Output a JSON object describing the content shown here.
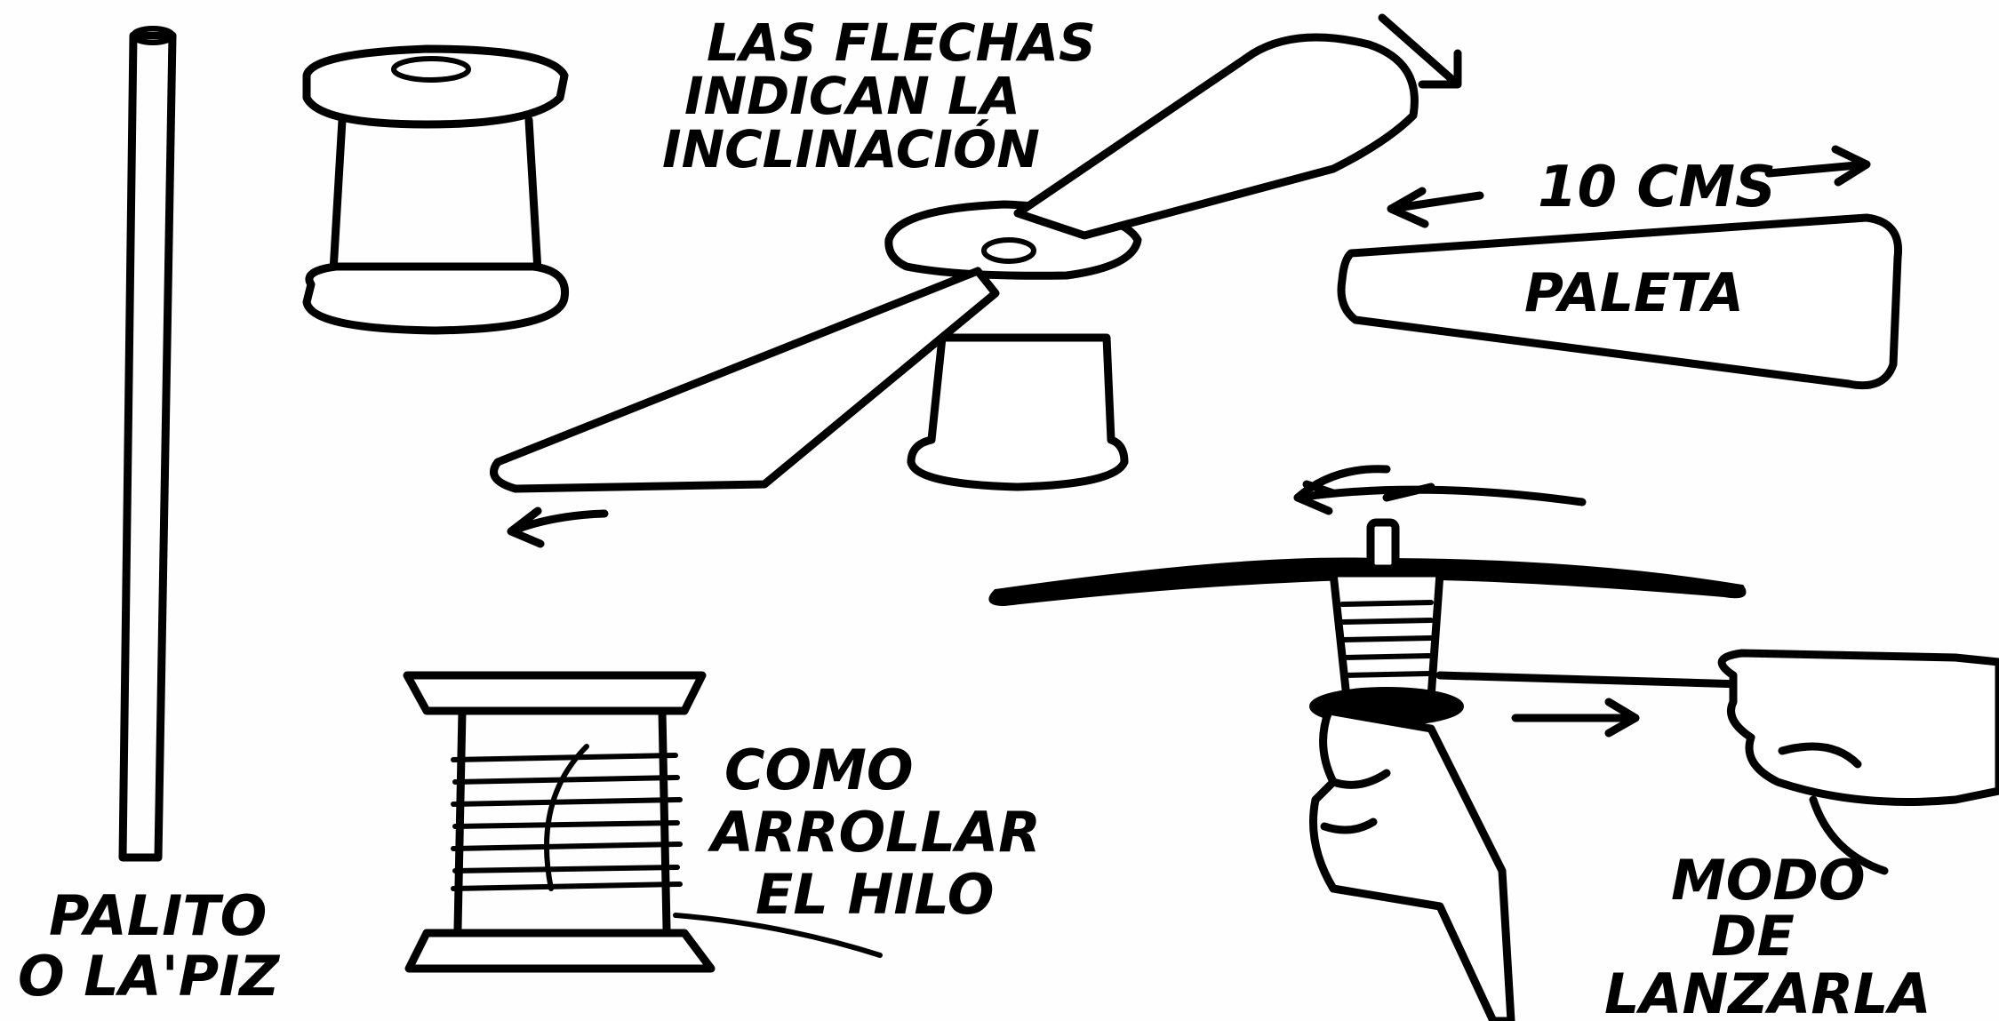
{
  "labels": {
    "flechas": [
      "LAS FLECHAS",
      "INDICAN LA",
      "INCLINACIÓN"
    ],
    "medida": "10 CMS",
    "paleta": "PALETA",
    "como": [
      "COMO",
      "ARROLLAR",
      "EL HILO"
    ],
    "palito": [
      "PALITO",
      "O LA'PIZ"
    ],
    "modo": [
      "MODO",
      "DE",
      "LANZARLA"
    ]
  },
  "colors": {
    "ink": "#000000",
    "paper": "#fefefe"
  }
}
